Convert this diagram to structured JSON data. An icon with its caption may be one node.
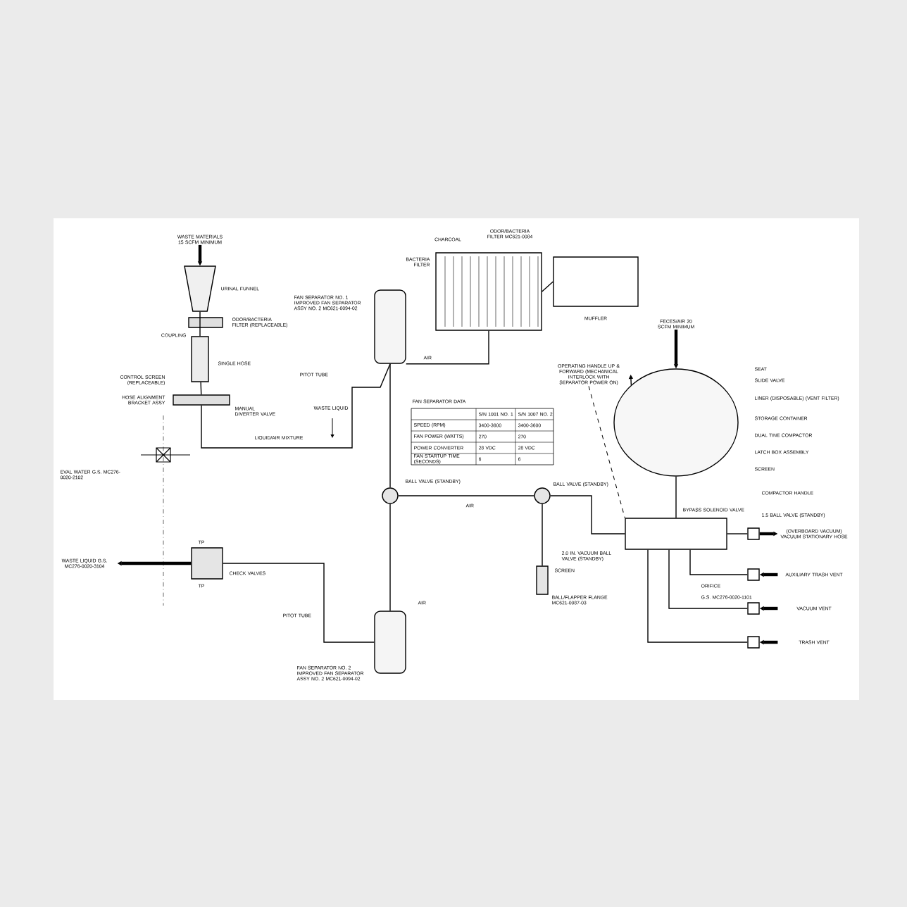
{
  "diagram": {
    "nodes": [
      {
        "text": [
          "WASTE MATERIALS 15 SCFM MINIMUM"
        ]
      },
      {
        "text": [],
        "shape": "funnel",
        "beside": [
          "URINAL FUNNEL"
        ]
      },
      {
        "text": [],
        "shape": "box",
        "beside": [
          "ODOR/BACTERIA FILTER (REPLACEABLE)",
          "COUPLING"
        ]
      },
      {
        "text": [],
        "shape": "box",
        "beside": [
          "SINGLE HOSE"
        ]
      },
      {
        "text": [],
        "shape": "box",
        "beside": [
          "MANUAL DIVERTER VALVE",
          "CONTROL SCREEN (REPLACEABLE)",
          "HOSE ALIGNMENT BRACKET ASSY"
        ]
      },
      {
        "text": [],
        "shape": "cylinder",
        "beside": [
          "FAN SEPARATOR NO. 1 IMPROVED FAN SEPARATOR ASSY NO. 2 MC621-0094-02"
        ]
      },
      {
        "text": [],
        "shape": "cylinder",
        "beside": [
          "FAN SEPARATOR NO. 2 IMPROVED FAN SEPARATOR ASSY NO. 2 MC621-0094-02"
        ]
      },
      {
        "text": [],
        "shape": "box",
        "beside": [
          "BACTERIA FILTER",
          "CHARCOAL",
          "ODOR/BACTERIA FILTER MC621-0084"
        ]
      },
      {
        "text": [],
        "shape": "box",
        "beside": [
          "MUFFLER"
        ]
      },
      {
        "text": [],
        "shape": "circle",
        "beside": [
          "BALL VALVE (STANDBY)"
        ]
      },
      {
        "text": [],
        "shape": "circle",
        "beside": [
          "BALL VALVE (STANDBY)"
        ]
      },
      {
        "text": [],
        "shape": "box",
        "beside": [
          "CHECK VALVES",
          "TP",
          "TP"
        ]
      },
      {
        "text": [],
        "shape": "box",
        "beside": [
          "SCREEN",
          "BALL/FLAPPER FLANGE MC621-0087-03"
        ]
      },
      {
        "text": [],
        "shape": "circle",
        "beside": [
          "SEAT",
          "SLIDE VALVE",
          "LINER (DISPOSABLE) (VENT FILTER)",
          "STORAGE CONTAINER",
          "DUAL TINE COMPACTOR",
          "LATCH BOX ASSEMBLY",
          "SCREEN"
        ]
      },
      {
        "text": [],
        "shape": "box",
        "beside": [
          "BYPASS SOLENOID VALVE"
        ]
      },
      {
        "text": [],
        "shape": "box"
      },
      {
        "text": [],
        "shape": "box"
      },
      {
        "text": [],
        "shape": "box"
      },
      {
        "text": [],
        "shape": "box"
      },
      {
        "text": [
          "FECES/AIR 20 SCFM MINIMUM"
        ]
      },
      {
        "text": [
          "WASTE LIQUID G.S. MC276-0020-3104"
        ]
      },
      {
        "text": [
          "(OVERBOARD VACUUM) VACUUM STATIONARY HOSE"
        ]
      },
      {
        "text": [
          "AUXILIARY TRASH VENT"
        ]
      },
      {
        "text": [
          "VACUUM VENT"
        ]
      },
      {
        "text": [
          "TRASH VENT"
        ]
      },
      {
        "text": [
          "OPERATING HANDLE UP & FORWARD (MECHANICAL INTERLOCK WITH SEPARATOR POWER ON)"
        ]
      }
    ],
    "edges": [
      {
        "from": 0,
        "to": 1,
        "arrow": "to",
        "style": "thick"
      },
      {
        "from": 1,
        "to": 3,
        "arrow": "none"
      },
      {
        "from": 3,
        "to": 4,
        "arrow": "none"
      },
      {
        "from": 4,
        "to": 5,
        "arrow": "none"
      },
      {
        "from": 5,
        "to": 7,
        "arrow": "none"
      },
      {
        "from": 7,
        "to": 8,
        "arrow": "none"
      },
      {
        "from": 5,
        "to": 9,
        "arrow": "none"
      },
      {
        "from": 9,
        "to": 6,
        "arrow": "none"
      },
      {
        "from": 9,
        "to": 10,
        "arrow": "none"
      },
      {
        "from": 10,
        "to": 12,
        "arrow": "none"
      },
      {
        "from": 14,
        "to": 10,
        "arrow": "none"
      },
      {
        "from": 13,
        "to": 14,
        "arrow": "none"
      },
      {
        "from": 14,
        "to": 15,
        "arrow": "none"
      },
      {
        "from": 14,
        "to": 16,
        "arrow": "none"
      },
      {
        "from": 14,
        "to": 17,
        "arrow": "none"
      },
      {
        "from": 14,
        "to": 18,
        "arrow": "none"
      },
      {
        "from": 6,
        "to": 11,
        "arrow": "none"
      },
      {
        "from": 11,
        "to": 20,
        "arrow": "to",
        "style": "thick"
      },
      {
        "from": 15,
        "to": 21,
        "arrow": "to",
        "style": "thick"
      },
      {
        "from": 22,
        "to": 16,
        "arrow": "to",
        "style": "thick"
      },
      {
        "from": 23,
        "to": 17,
        "arrow": "to",
        "style": "thick"
      },
      {
        "from": 24,
        "to": 18,
        "arrow": "to",
        "style": "thick"
      },
      {
        "from": 19,
        "to": 13,
        "arrow": "to",
        "style": "thick"
      },
      {
        "from": 13,
        "to": 25,
        "arrow": "to"
      },
      {
        "from": 25,
        "to": 14,
        "arrow": "none",
        "style": "dashed"
      }
    ],
    "labels": [
      "EVAL WATER G.S. MC276-0020-2102",
      "PITOT TUBE",
      "WASTE LIQUID",
      "LIQUID/AIR MIXTURE",
      "AIR",
      "FAN SEPARATOR DATA",
      "S/N 1001 NO. 1",
      "S/N 1007 NO. 2",
      "SPEED (RPM)",
      "3400-3600",
      "3400-3600",
      "FAN POWER (WATTS)",
      "270",
      "270",
      "POWER CONVERTER",
      "28 VDC",
      "28 VDC",
      "FAN STARTUP TIME (SECONDS)",
      "6",
      "6",
      "AIR",
      "PITOT TUBE",
      "AIR",
      "2.0 IN. VACUUM BALL VALVE (STANDBY)",
      "ORIFICE",
      "G.S. MC276-0020-1101",
      "COMPACTOR HANDLE",
      "1.5 BALL VALVE (STANDBY)"
    ]
  }
}
